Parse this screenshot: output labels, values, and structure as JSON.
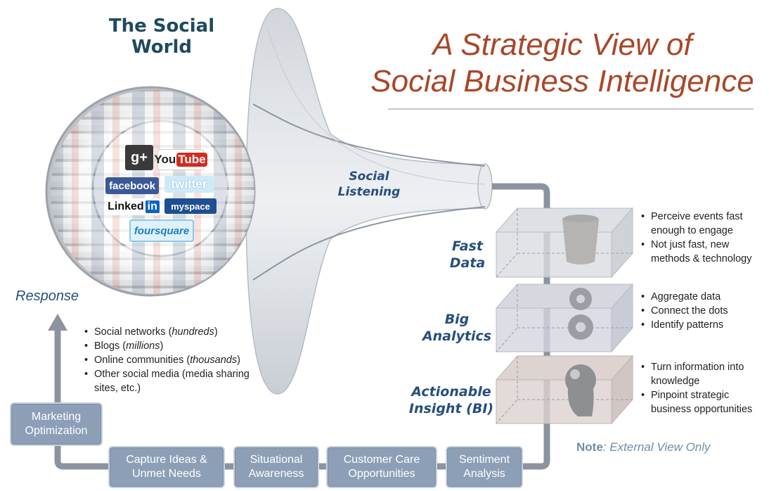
{
  "title_line1": "A Strategic View of",
  "title_line2": "Social Business Intelligence",
  "world_title_line1": "The Social",
  "world_title_line2": "World",
  "social_listening_line1": "Social",
  "social_listening_line2": "Listening",
  "response_label": "Response",
  "logos": {
    "google_plus": "g+",
    "youtube_you": "You",
    "youtube_tube": "Tube",
    "facebook": "facebook",
    "twitter": "twitter",
    "linkedin_text": "Linked",
    "linkedin_in": "in",
    "myspace": "myspace",
    "foursquare": "foursquare"
  },
  "world_bullets": [
    {
      "text": "Social networks (",
      "em": "hundreds",
      "after": ")"
    },
    {
      "text": "Blogs (",
      "em": "millions",
      "after": ")"
    },
    {
      "text": "Online communities (",
      "em": "thousands",
      "after": ")"
    },
    {
      "text": "Other social media (media sharing sites, etc.)",
      "em": "",
      "after": ""
    }
  ],
  "layers": [
    {
      "label_line1": "Fast",
      "label_line2": "Data",
      "icon": "bucket-icon",
      "bullets": [
        "Perceive events fast enough to engage",
        "Not just fast, new methods & technology"
      ]
    },
    {
      "label_line1": "Big",
      "label_line2": "Analytics",
      "icon": "gears-icon",
      "bullets": [
        "Aggregate data",
        "Connect the dots",
        "Identify patterns"
      ]
    },
    {
      "label_line1": "Actionable",
      "label_line2": "Insight (BI)",
      "icon": "head-icon",
      "bullets": [
        "Turn information into knowledge",
        "Pinpoint strategic business opportunities"
      ]
    }
  ],
  "outputs": {
    "marketing_line1": "Marketing",
    "marketing_line2": "Optimization",
    "capture_line1": "Capture Ideas &",
    "capture_line2": "Unmet Needs",
    "situational_line1": "Situational",
    "situational_line2": "Awareness",
    "customer_line1": "Customer Care",
    "customer_line2": "Opportunities",
    "sentiment_line1": "Sentiment",
    "sentiment_line2": "Analysis"
  },
  "note_bold": "Note",
  "note_text": ": External View Only",
  "colors": {
    "title": "#a8482a",
    "label_blue": "#264f7d",
    "box_fill": "#8d9fb7",
    "pipe": "#808a94"
  }
}
